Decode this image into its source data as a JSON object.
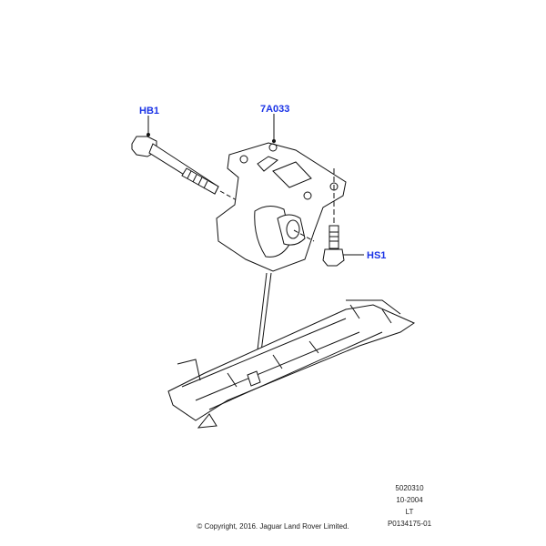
{
  "callouts": {
    "hb1": "HB1",
    "mount": "7A033",
    "hs1": "HS1"
  },
  "info": {
    "code": "5020310",
    "date": "10-2004",
    "variant": "LT",
    "illustration_id": "P0134175-01"
  },
  "copyright": "© Copyright, 2016. Jaguar Land Rover Limited.",
  "colors": {
    "callout": "#1a33e6"
  }
}
